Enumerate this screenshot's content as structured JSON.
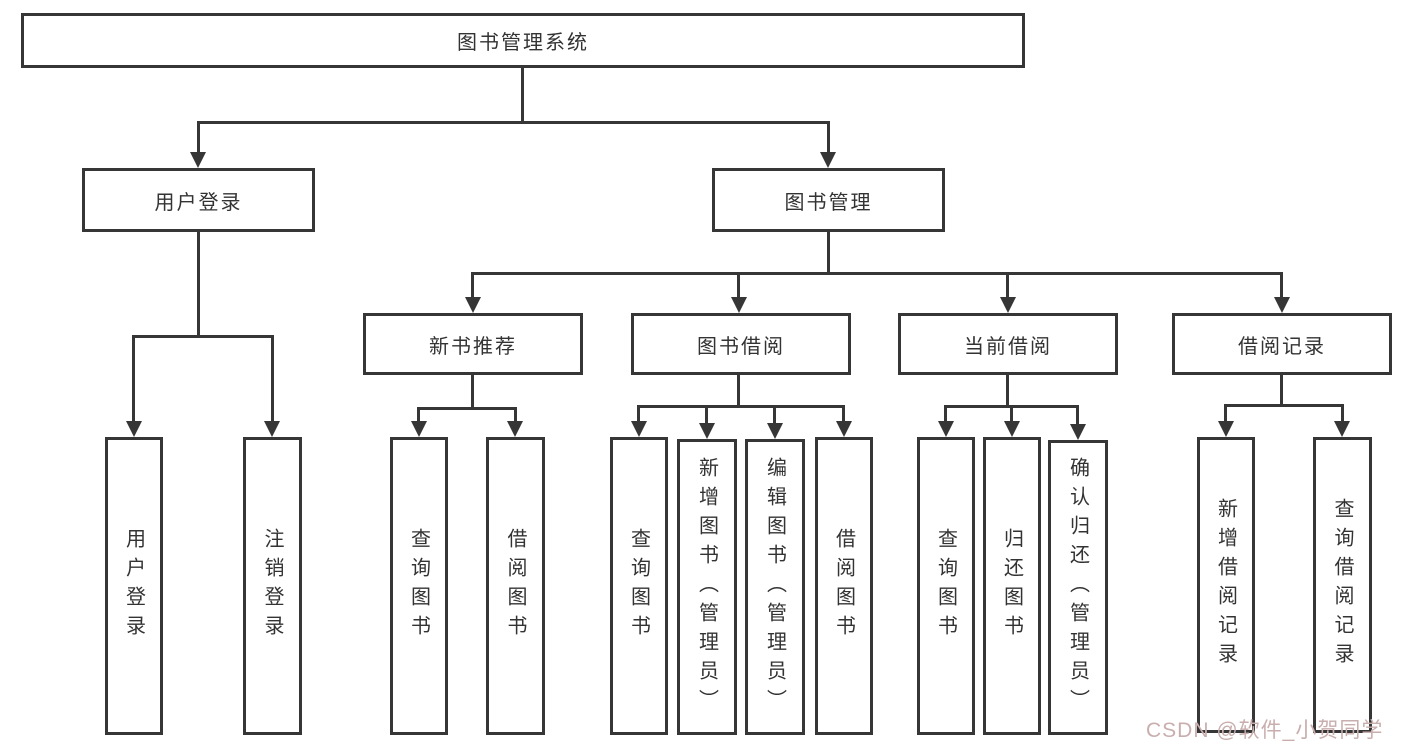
{
  "diagram_type": "hierarchy-tree",
  "colors": {
    "line": "#363636",
    "box_border": "#363636",
    "box_background": "#ffffff",
    "text": "#333333",
    "watermark": "#c9aeae",
    "page_background": "#ffffff"
  },
  "watermark": {
    "text": "CSDN @软件_小贺同学"
  },
  "tree": {
    "root": {
      "label": "图书管理系统"
    },
    "branches": [
      {
        "label": "用户登录",
        "children": [
          {
            "label": "用户登录"
          },
          {
            "label": "注销登录"
          }
        ]
      },
      {
        "label": "图书管理",
        "children": [
          {
            "label": "新书推荐",
            "children": [
              {
                "label": "查询图书"
              },
              {
                "label": "借阅图书"
              }
            ]
          },
          {
            "label": "图书借阅",
            "children": [
              {
                "label": "查询图书"
              },
              {
                "label": "新增图书（管理员）"
              },
              {
                "label": "编辑图书（管理员）"
              },
              {
                "label": "借阅图书"
              }
            ]
          },
          {
            "label": "当前借阅",
            "children": [
              {
                "label": "查询图书"
              },
              {
                "label": "归还图书"
              },
              {
                "label": "确认归还（管理员）"
              }
            ]
          },
          {
            "label": "借阅记录",
            "children": [
              {
                "label": "新增借阅记录"
              },
              {
                "label": "查询借阅记录"
              }
            ]
          }
        ]
      }
    ]
  }
}
